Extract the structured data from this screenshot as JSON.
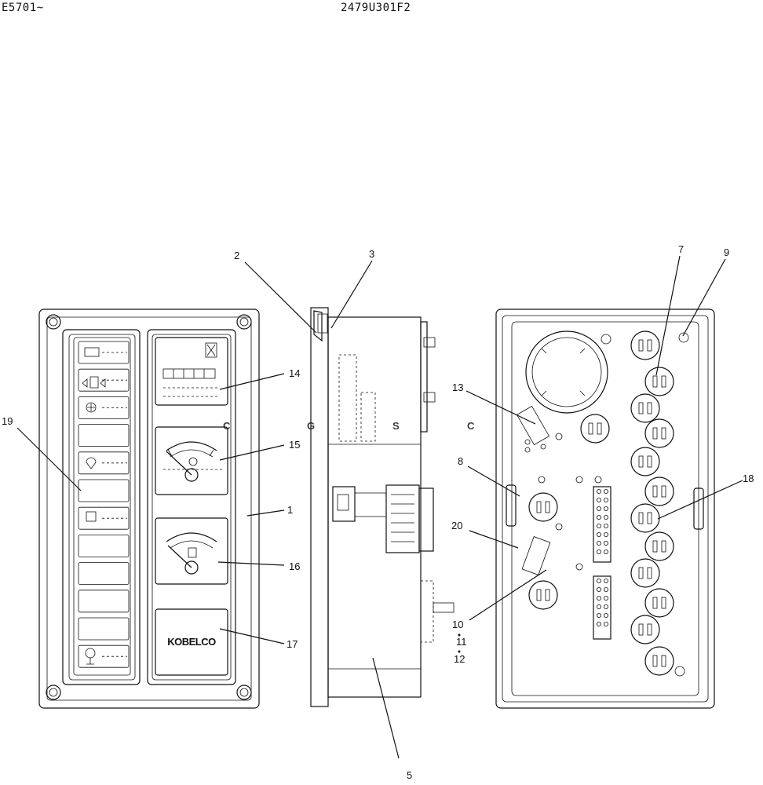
{
  "header": {
    "left_code": "E5701~",
    "center_code": "2479U301F2"
  },
  "panel": {
    "brand_label": "KOBELCO"
  },
  "watermark": {
    "letters": [
      "C",
      "G",
      "S",
      "C"
    ],
    "colors": [
      "#6aa5f7",
      "#f2827a",
      "#fbd86a",
      "#4fb380"
    ]
  },
  "callouts": {
    "c1": "1",
    "c2": "2",
    "c3": "3",
    "c5": "5",
    "c7": "7",
    "c8": "8",
    "c9": "9",
    "c10": "10",
    "c11": "11",
    "c12": "12",
    "c13": "13",
    "c14": "14",
    "c15": "15",
    "c16": "16",
    "c17": "17",
    "c18": "18",
    "c19": "19",
    "c20": "20"
  }
}
